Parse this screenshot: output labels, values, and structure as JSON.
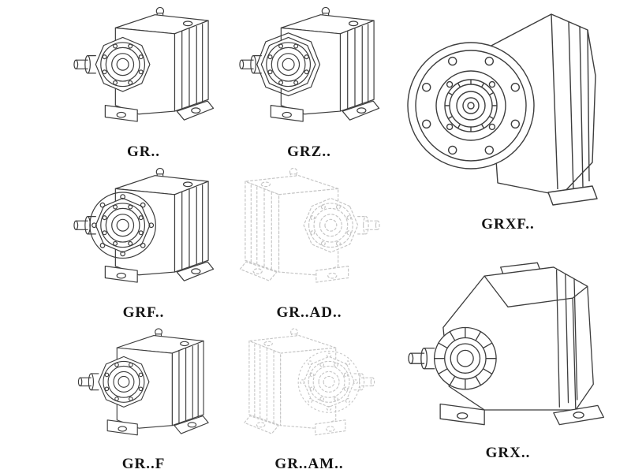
{
  "page": {
    "kind": "gear-reducer-model-catalog-sheet",
    "colors": {
      "background": "#ffffff",
      "line": "#3d3d3d",
      "ghost": "#c6c6c6",
      "label": "#141414"
    }
  },
  "figures": [
    {
      "label": "GR..",
      "drawing": "foot-mounted-helical-gearbox-isometric",
      "variant": "solid"
    },
    {
      "label": "GRZ..",
      "drawing": "foot-mounted-helical-gearbox-isometric",
      "variant": "solid"
    },
    {
      "label": "GRXF..",
      "drawing": "flange-mounted-gearbox-front-view",
      "variant": "solid"
    },
    {
      "label": "GRF..",
      "drawing": "flange-mounted-helical-gearbox-isometric",
      "variant": "solid"
    },
    {
      "label": "GR..AD..",
      "drawing": "helical-gearbox-with-input-adapter-isometric",
      "variant": "ghost"
    },
    {
      "label": "GR..F",
      "drawing": "foot-mounted-helical-gearbox-isometric",
      "variant": "solid"
    },
    {
      "label": "GR..AM..",
      "drawing": "helical-gearbox-with-motor-flange-isometric",
      "variant": "ghost"
    },
    {
      "label": "GRX..",
      "drawing": "foot-mounted-helical-gearbox-large-isometric",
      "variant": "solid"
    }
  ]
}
